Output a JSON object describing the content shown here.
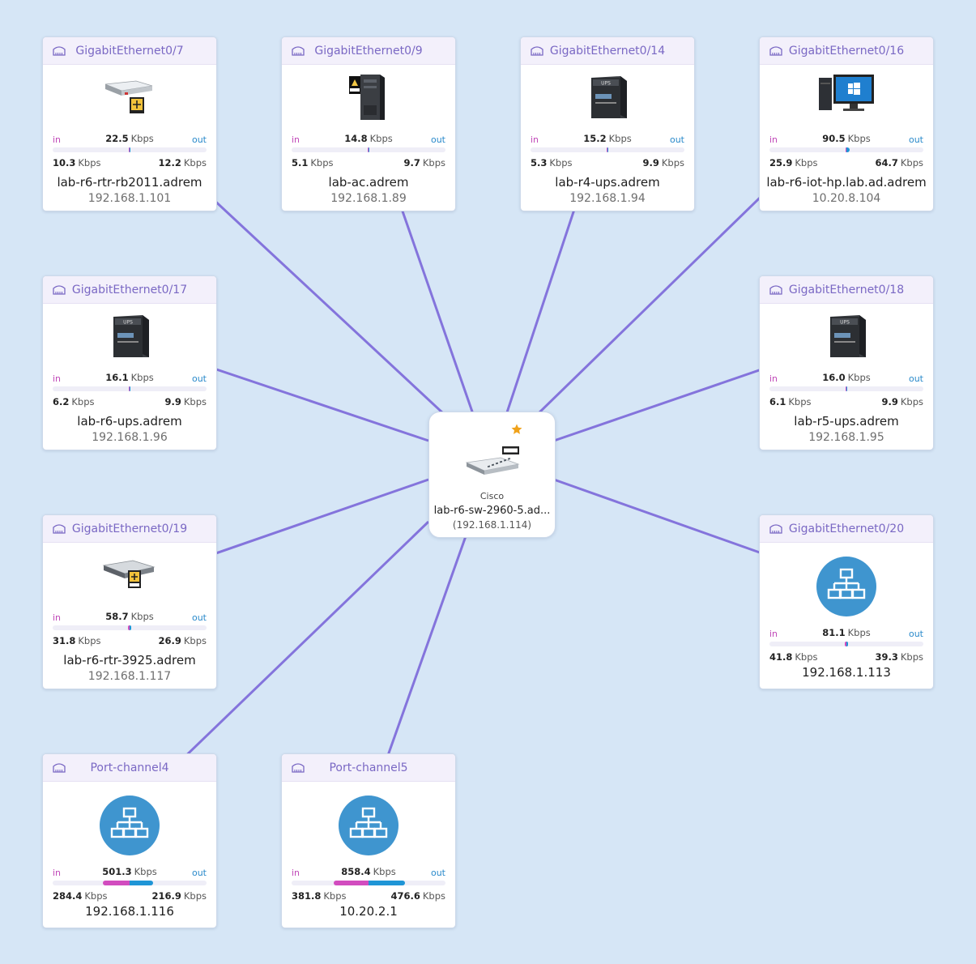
{
  "colors": {
    "link": "#8474dc",
    "in": "#d24cbf",
    "out": "#1f95d6",
    "net_icon": "#3f95cf"
  },
  "labels": {
    "in": "in",
    "out": "out",
    "unit": "Kbps"
  },
  "center": {
    "vendor": "Cisco",
    "name": "lab-r6-sw-2960-5.ad...",
    "ip": "(192.168.1.114)",
    "icon": "switch-icon",
    "favorite_icon": "star-icon"
  },
  "nodes": [
    {
      "port": "GigabitEthernet0/7",
      "icon": "router-icon",
      "total": "22.5",
      "in": "10.3",
      "out": "12.2",
      "in_frac": 0.006,
      "out_frac": 0.007,
      "name": "lab-r6-rtr-rb2011.adrem",
      "ip": "192.168.1.101"
    },
    {
      "port": "GigabitEthernet0/9",
      "icon": "linux-server-icon",
      "total": "14.8",
      "in": "5.1",
      "out": "9.7",
      "in_frac": 0.003,
      "out_frac": 0.006,
      "name": "lab-ac.adrem",
      "ip": "192.168.1.89"
    },
    {
      "port": "GigabitEthernet0/14",
      "icon": "ups-icon",
      "total": "15.2",
      "in": "5.3",
      "out": "9.9",
      "in_frac": 0.003,
      "out_frac": 0.006,
      "name": "lab-r4-ups.adrem",
      "ip": "192.168.1.94"
    },
    {
      "port": "GigabitEthernet0/16",
      "icon": "windows-pc-icon",
      "total": "90.5",
      "in": "25.9",
      "out": "64.7",
      "in_frac": 0.015,
      "out_frac": 0.038,
      "name": "lab-r6-iot-hp.lab.ad.adrem",
      "ip": "10.20.8.104"
    },
    {
      "port": "GigabitEthernet0/17",
      "icon": "ups-icon",
      "total": "16.1",
      "in": "6.2",
      "out": "9.9",
      "in_frac": 0.004,
      "out_frac": 0.006,
      "name": "lab-r6-ups.adrem",
      "ip": "192.168.1.96"
    },
    {
      "port": "GigabitEthernet0/18",
      "icon": "ups-icon",
      "total": "16.0",
      "in": "6.1",
      "out": "9.9",
      "in_frac": 0.004,
      "out_frac": 0.006,
      "name": "lab-r5-ups.adrem",
      "ip": "192.168.1.95"
    },
    {
      "port": "GigabitEthernet0/19",
      "icon": "cisco-router-icon",
      "total": "58.7",
      "in": "31.8",
      "out": "26.9",
      "in_frac": 0.019,
      "out_frac": 0.016,
      "name": "lab-r6-rtr-3925.adrem",
      "ip": "192.168.1.117"
    },
    {
      "port": "GigabitEthernet0/20",
      "icon": "network-icon",
      "total": "81.1",
      "in": "41.8",
      "out": "39.3",
      "in_frac": 0.024,
      "out_frac": 0.023,
      "name": "192.168.1.113",
      "ip": ""
    },
    {
      "port": "Port-channel4",
      "icon": "network-icon",
      "total": "501.3",
      "in": "284.4",
      "out": "216.9",
      "in_frac": 0.35,
      "out_frac": 0.3,
      "name": "192.168.1.116",
      "ip": ""
    },
    {
      "port": "Port-channel5",
      "icon": "network-icon",
      "total": "858.4",
      "in": "381.8",
      "out": "476.6",
      "in_frac": 0.45,
      "out_frac": 0.47,
      "name": "10.20.2.1",
      "ip": ""
    }
  ]
}
